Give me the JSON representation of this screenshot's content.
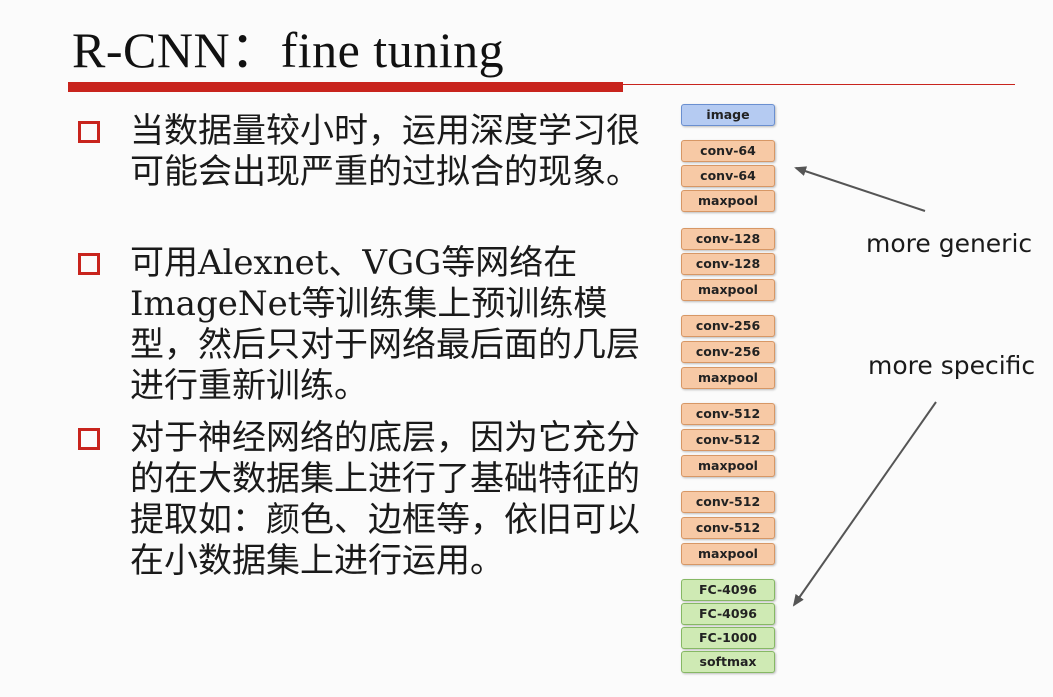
{
  "slide": {
    "title": "R-CNN：fine tuning",
    "bullets": [
      "当数据量较小时，运用深度学习很可能会出现严重的过拟合的现象。",
      "可用Alexnet、VGG等网络在ImageNet等训练集上预训练模型，然后只对于网络最后面的几层进行重新训练。",
      "对于神经网络的底层，因为它充分的在大数据集上进行了基础特征的提取如：颜色、边框等，依旧可以在小数据集上进行运用。"
    ]
  },
  "network": {
    "layers": [
      "image",
      "conv-64",
      "conv-64",
      "maxpool",
      "conv-128",
      "conv-128",
      "maxpool",
      "conv-256",
      "conv-256",
      "maxpool",
      "conv-512",
      "conv-512",
      "maxpool",
      "conv-512",
      "conv-512",
      "maxpool",
      "FC-4096",
      "FC-4096",
      "FC-1000",
      "softmax"
    ],
    "label_generic": "more generic",
    "label_specific": "more specific"
  },
  "colors": {
    "accent": "#c8241d",
    "image_block": "#b5cbf2",
    "conv_block": "#f7c9a5",
    "fc_block": "#cfeab4"
  }
}
